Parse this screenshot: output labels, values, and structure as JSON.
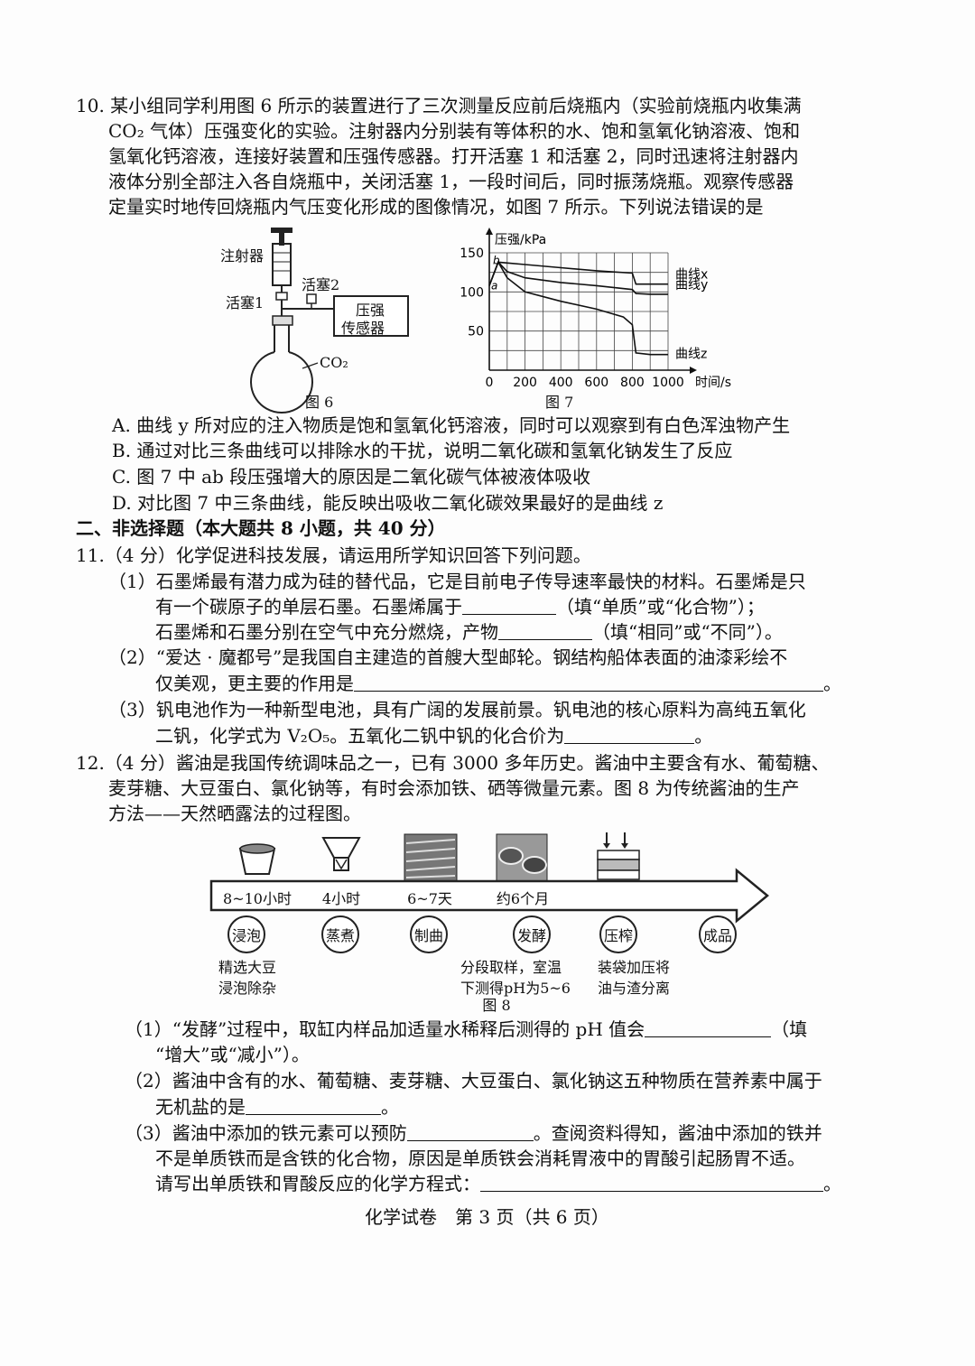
{
  "q10": {
    "lines": [
      "10. 某小组同学利用图 6 所示的装置进行了三次测量反应前后烧瓶内（实验前烧瓶内收集满",
      "CO₂ 气体）压强变化的实验。注射器内分别装有等体积的水、饱和氢氧化钠溶液、饱和",
      "氢氧化钙溶液，连接好装置和压强传感器。打开活塞 1 和活塞 2，同时迅速将注射器内",
      "液体分别全部注入各自烧瓶中，关闭活塞 1，一段时间后，同时振荡烧瓶。观察传感器",
      "定量实时地传回烧瓶内气压变化形成的图像情况，如图 7 所示。下列说法错误的是"
    ],
    "fig6": {
      "syringe": "注射器",
      "valve2": "活塞2",
      "valve1": "活塞1",
      "sensor_line1": "压强",
      "sensor_line2": "传感器",
      "co2": "CO₂",
      "caption": "图 6"
    },
    "fig7": {
      "caption": "图 7"
    },
    "options": [
      "A. 曲线 y 所对应的注入物质是饱和氢氧化钙溶液，同时可以观察到有白色浑浊物产生",
      "B. 通过对比三条曲线可以排除水的干扰，说明二氧化碳和氢氧化钠发生了反应",
      "C. 图 7 中 ab 段压强增大的原因是二氧化碳气体被液体吸收",
      "D. 对比图 7 中三条曲线，能反映出吸收二氧化碳效果最好的是曲线 z"
    ]
  },
  "section2": "二、非选择题（本大题共 8 小题，共 40 分）",
  "q11": {
    "head": "11.（4 分）化学促进科技发展，请运用所学知识回答下列问题。",
    "p1_l1": "（1）石墨烯最有潜力成为硅的替代品，它是目前电子传导速率最快的材料。石墨烯是只",
    "p1_l2a": "有一个碳原子的单层石墨。石墨烯属于",
    "p1_l2b": "（填“单质”或“化合物”）；",
    "p1_l3a": "石墨烯和石墨分别在空气中充分燃烧，产物",
    "p1_l3b": "（填“相同”或“不同”）。",
    "p2_l1": "（2）“爱达 · 魔都号”是我国自主建造的首艘大型邮轮。钢结构船体表面的油漆彩绘不",
    "p2_l2a": "仅美观，更主要的作用是",
    "p2_l2b": "。",
    "p3_l1": "（3）钒电池作为一种新型电池，具有广阔的发展前景。钒电池的核心原料为高纯五氧化",
    "p3_l2a": "二钒，化学式为 V₂O₅。五氧化二钒中钒的化合价为",
    "p3_l2b": "。"
  },
  "q12": {
    "l1": "12.（4 分）酱油是我国传统调味品之一，已有 3000 多年历史。酱油中主要含有水、葡萄糖、",
    "l2": "麦芽糖、大豆蛋白、氯化钠等，有时会添加铁、硒等微量元素。图 8 为传统酱油的生产",
    "l3": "方法——天然晒露法的过程图。",
    "fig8": {
      "durations": [
        "8~10小时",
        "4小时",
        "6~7天",
        "约6个月"
      ],
      "steps": [
        "浸泡",
        "蒸煮",
        "制曲",
        "发酵",
        "压榨",
        "成品"
      ],
      "note1_l1": "精选大豆",
      "note1_l2": "浸泡除杂",
      "note4_l1": "分段取样，室温",
      "note4_l2": "下测得pH为5~6",
      "note5_l1": "装袋加压将",
      "note5_l2": "油与渣分离",
      "caption": "图 8"
    },
    "p1_l1a": "（1）“发酵”过程中，取缸内样品加适量水稀释后测得的 pH 值会",
    "p1_l1b": "（填",
    "p1_l2": "“增大”或“减小”）。",
    "p2_l1": "（2）酱油中含有的水、葡萄糖、麦芽糖、大豆蛋白、氯化钠这五种物质在营养素中属于",
    "p2_l2a": "无机盐的是",
    "p2_l2b": "。",
    "p3_l1a": "（3）酱油中添加的铁元素可以预防",
    "p3_l1b": "。查阅资料得知，酱油中添加的铁并",
    "p3_l2": "不是单质铁而是含铁的化合物，原因是单质铁会消耗胃液中的胃酸引起肠胃不适。",
    "p3_l3a": "请写出单质铁和胃酸反应的化学方程式：",
    "p3_l3b": "。"
  },
  "footer": "化学试卷　第 3 页（共 6 页）",
  "chart_data": {
    "type": "line",
    "title": "",
    "ylabel": "压强/kPa",
    "xlabel": "时间/s",
    "xlim": [
      0,
      1000
    ],
    "ylim": [
      0,
      150
    ],
    "x_ticks": [
      "0",
      "200",
      "400",
      "600",
      "800",
      "1000"
    ],
    "y_ticks": [
      "50",
      "100",
      "150"
    ],
    "grid": true,
    "point_labels": [
      "a",
      "b"
    ],
    "series": [
      {
        "name": "曲线x",
        "x": [
          0,
          50,
          200,
          400,
          600,
          800,
          820,
          900,
          1000
        ],
        "y": [
          108,
          138,
          135,
          131,
          127,
          124,
          110,
          110,
          110
        ]
      },
      {
        "name": "曲线y",
        "x": [
          0,
          50,
          100,
          200,
          400,
          600,
          800,
          820,
          900,
          1000
        ],
        "y": [
          108,
          138,
          126,
          118,
          112,
          108,
          103,
          98,
          97,
          97
        ]
      },
      {
        "name": "曲线z",
        "x": [
          0,
          50,
          100,
          200,
          400,
          600,
          750,
          800,
          820,
          900,
          1000
        ],
        "y": [
          108,
          138,
          118,
          100,
          88,
          78,
          68,
          58,
          22,
          20,
          20
        ]
      }
    ]
  }
}
